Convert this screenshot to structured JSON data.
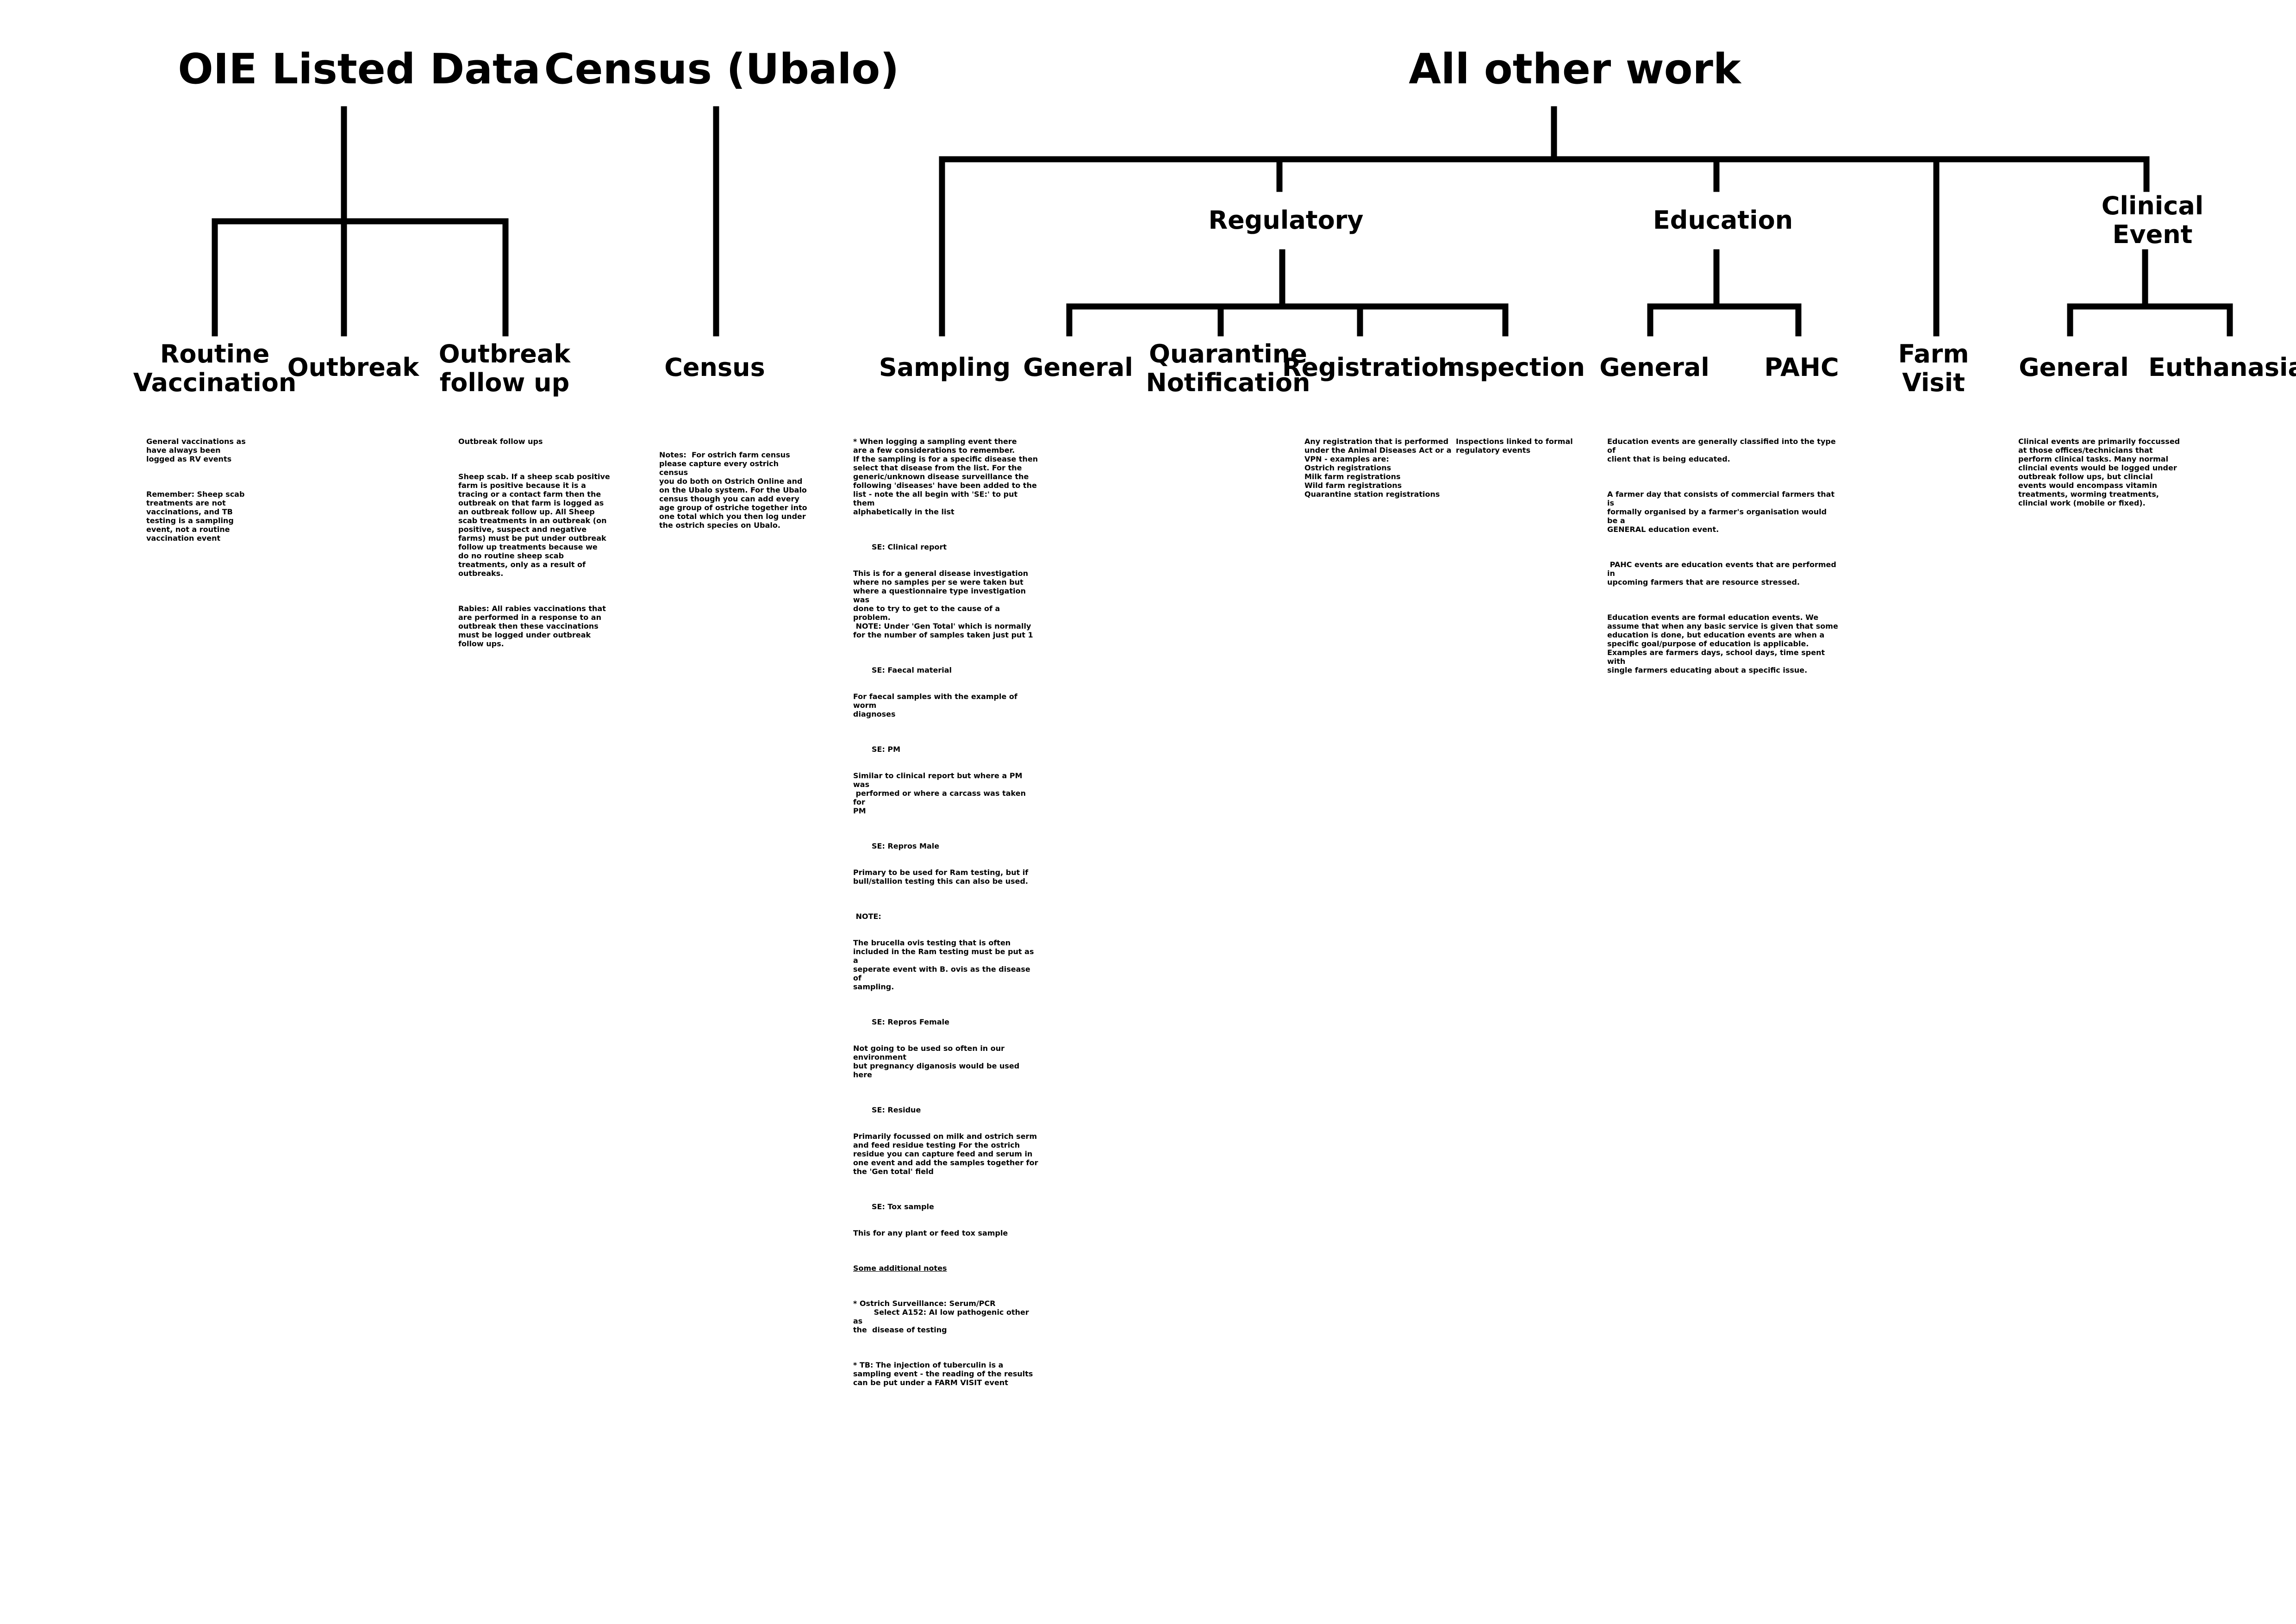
{
  "headers": {
    "oie": "OIE Listed Data",
    "census": "Census (Ubalo)",
    "other": "All other work"
  },
  "groups": {
    "regulatory": "Regulatory",
    "education": "Education",
    "clinical": "Clinical\nEvent"
  },
  "leaves": {
    "routine_vaccination": "Routine\nVaccination",
    "outbreak": "Outbreak",
    "outbreak_follow_up": "Outbreak\nfollow up",
    "census": "Census",
    "sampling": "Sampling",
    "reg_general": "General",
    "quarantine": "Quarantine\nNotification",
    "registration": "Registration",
    "inspection": "Inspection",
    "edu_general": "General",
    "pahc": "PAHC",
    "farm_visit": "Farm\nVisit",
    "clin_general": "General",
    "euthanasia": "Euthanasia"
  },
  "notes": {
    "routine_vaccination": [
      "General vaccinations as\nhave always been\nlogged as RV events",
      "Remember: Sheep scab\ntreatments are not\nvaccinations, and TB\ntesting is a sampling\nevent, not a routine\nvaccination event"
    ],
    "outbreak_follow_up": [
      "Outbreak follow ups",
      "Sheep scab. If a sheep scab positive\nfarm is positive because it is a\ntracing or a contact farm then the\noutbreak on that farm is logged as\nan outbreak follow up. All Sheep\nscab treatments in an outbreak (on\npositive, suspect and negative\nfarms) must be put under outbreak\nfollow up treatments because we\ndo no routine sheep scab\ntreatments, only as a result of\noutbreaks.",
      "Rabies: All rabies vaccinations that\nare performed in a response to an\noutbreak then these vaccinations\nmust be logged under outbreak\nfollow ups."
    ],
    "census": [
      "Notes:  For ostrich farm census\nplease capture every ostrich census\nyou do both on Ostrich Online and\non the Ubalo system. For the Ubalo\ncensus though you can add every\nage group of ostriche together into\none total which you then log under\nthe ostrich species on Ubalo."
    ],
    "sampling": {
      "intro": "* When logging a sampling event there\nare a few considerations to remember.\nIf the sampling is for a specific disease then\nselect that disease from the list. For the\ngeneric/unknown disease surveillance the\nfollowing 'diseases' have been added to the\nlist - note the all begin with 'SE:' to put them\nalphabetically in the list",
      "clinical_head": "SE: Clinical report",
      "clinical_body": "This is for a general disease investigation\nwhere no samples per se were taken but\nwhere a questionnaire type investigation was\ndone to try to get to the cause of a problem.\n NOTE: Under 'Gen Total' which is normally\nfor the number of samples taken just put 1",
      "faecal_head": "SE: Faecal material",
      "faecal_body": "For faecal samples with the example of worm\ndiagnoses",
      "pm_head": "SE: PM",
      "pm_body": "Similar to clinical report but where a PM was\n performed or where a carcass was taken for\nPM",
      "repros_male_head": "SE: Repros Male",
      "repros_male_body": "Primary to be used for Ram testing, but if\nbull/stallion testing this can also be used.",
      "note_head": " NOTE:",
      "note_body": "The brucella ovis testing that is often\nincluded in the Ram testing must be put as a\nseperate event with B. ovis as the disease of\nsampling.",
      "repros_female_head": "SE: Repros Female",
      "repros_female_body": "Not going to be used so often in our\nenvironment\nbut pregnancy diganosis would be used here",
      "residue_head": "SE: Residue",
      "residue_body": "Primarily focussed on milk and ostrich serm\nand feed residue testing For the ostrich\nresidue you can capture feed and serum in\none event and add the samples together for\nthe 'Gen total' field",
      "tox_head": "SE: Tox sample",
      "tox_body": "This for any plant or feed tox sample",
      "additional_head": "Some additional notes",
      "ostrich": "* Ostrich Surveillance: Serum/PCR\n        Select A152: AI low pathogenic other as\nthe  disease of testing",
      "tb": "* TB: The injection of tuberculin is a\nsampling event - the reading of the results\ncan be put under a FARM VISIT event"
    },
    "registration": [
      "Any registration that is performed\nunder the Animal Diseases Act or a\nVPN - examples are:\nOstrich registrations\nMilk farm registrations\nWild farm registrations\nQuarantine station registrations"
    ],
    "inspection": [
      "Inspections linked to formal\nregulatory events"
    ],
    "education": [
      "Education events are generally classified into the type of\nclient that is being educated.",
      "A farmer day that consists of commercial farmers that is\nformally organised by a farmer's organisation would be a\nGENERAL education event.",
      " PAHC events are education events that are performed in\nupcoming farmers that are resource stressed.",
      "Education events are formal education events. We\nassume that when any basic service is given that some\neducation is done, but education events are when a\nspecific goal/purpose of education is applicable.\nExamples are farmers days, school days, time spent with\nsingle farmers educating about a specific issue."
    ],
    "clinical": [
      "Clinical events are primarily foccussed\nat those offices/technicians that\nperform clinical tasks. Many normal\nclincial events would be logged under\noutbreak follow ups, but clincial\nevents would encompass vitamin\ntreatments, worming treatments,\nclincial work (mobile or fixed)."
    ]
  }
}
